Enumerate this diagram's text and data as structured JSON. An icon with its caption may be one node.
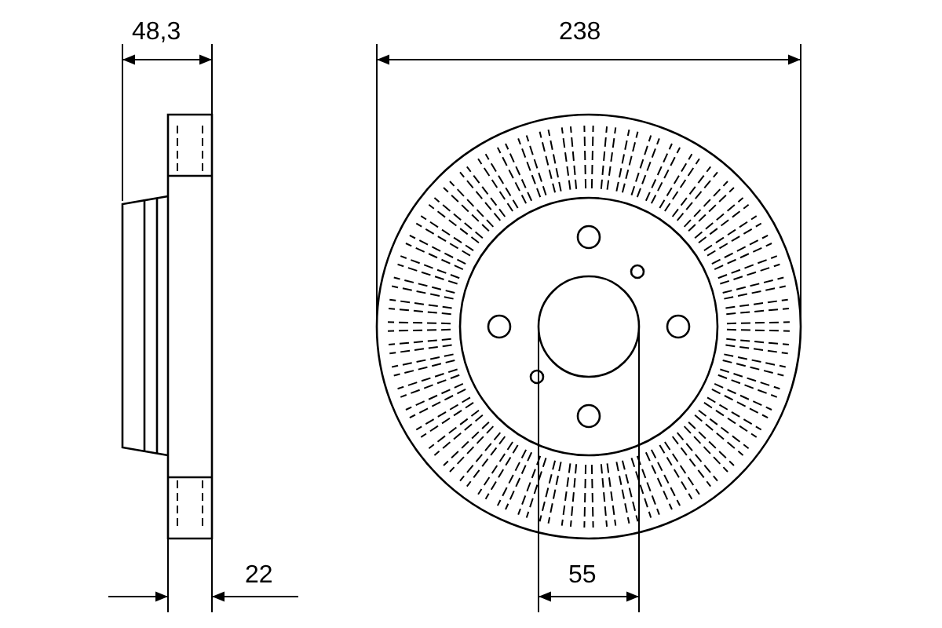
{
  "diagram": {
    "labels": [
      "48,3",
      "238",
      "22",
      "55"
    ]
  }
}
